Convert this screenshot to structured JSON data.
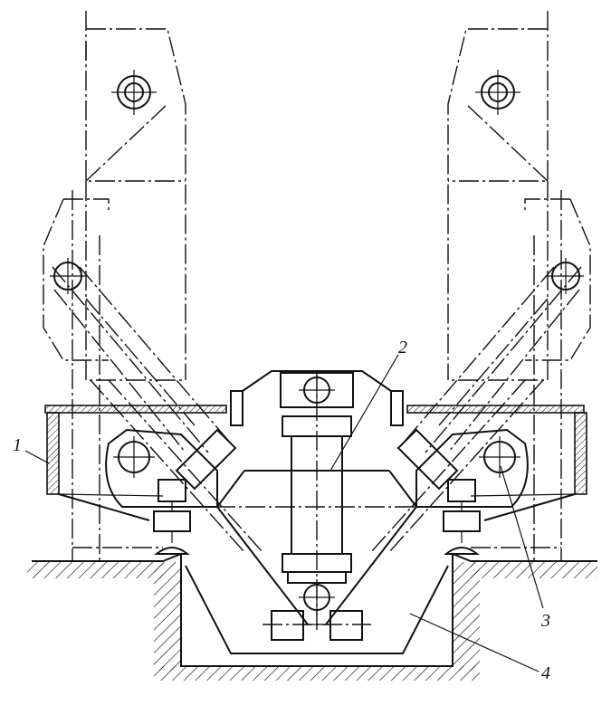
{
  "diagram": {
    "labels": {
      "part1": "1",
      "part2": "2",
      "part3": "3",
      "part4": "4"
    },
    "colors": {
      "line": "#111111",
      "background": "#ffffff"
    }
  }
}
